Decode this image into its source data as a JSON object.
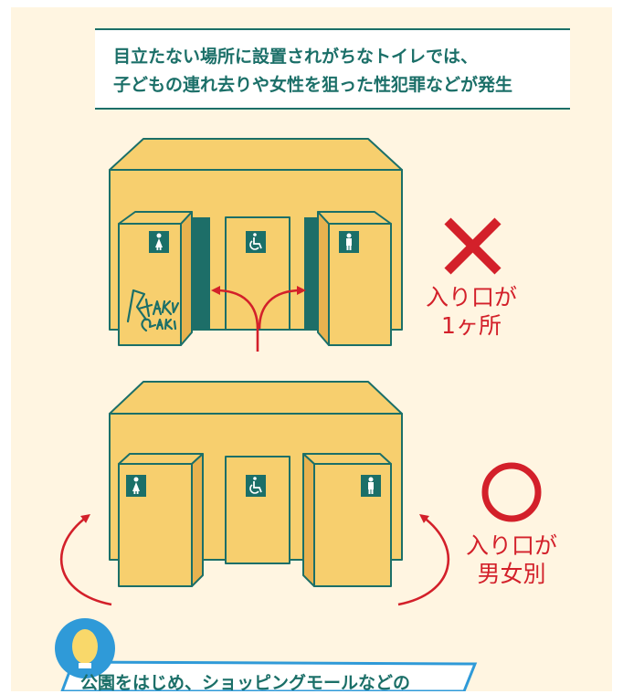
{
  "caption": {
    "line1": "目立たない場所に設置されがちなトイレでは、",
    "line2": "子どもの連れ去りや女性を狙った性犯罪などが発生"
  },
  "bad_example": {
    "mark": "✕",
    "line1": "入り口が",
    "line2": "1ヶ所",
    "graffiti": "RAKU GAKI"
  },
  "good_example": {
    "mark": "○",
    "line1": "入り口が",
    "line2": "男女別"
  },
  "callout": {
    "text": "公園をはじめ、ショッピングモールなどの"
  },
  "colors": {
    "background": "#fff5e1",
    "wall": "#f7cf6e",
    "outline": "#1b6f68",
    "accent_red": "#d3202a",
    "callout_blue": "#2f9ad8"
  }
}
